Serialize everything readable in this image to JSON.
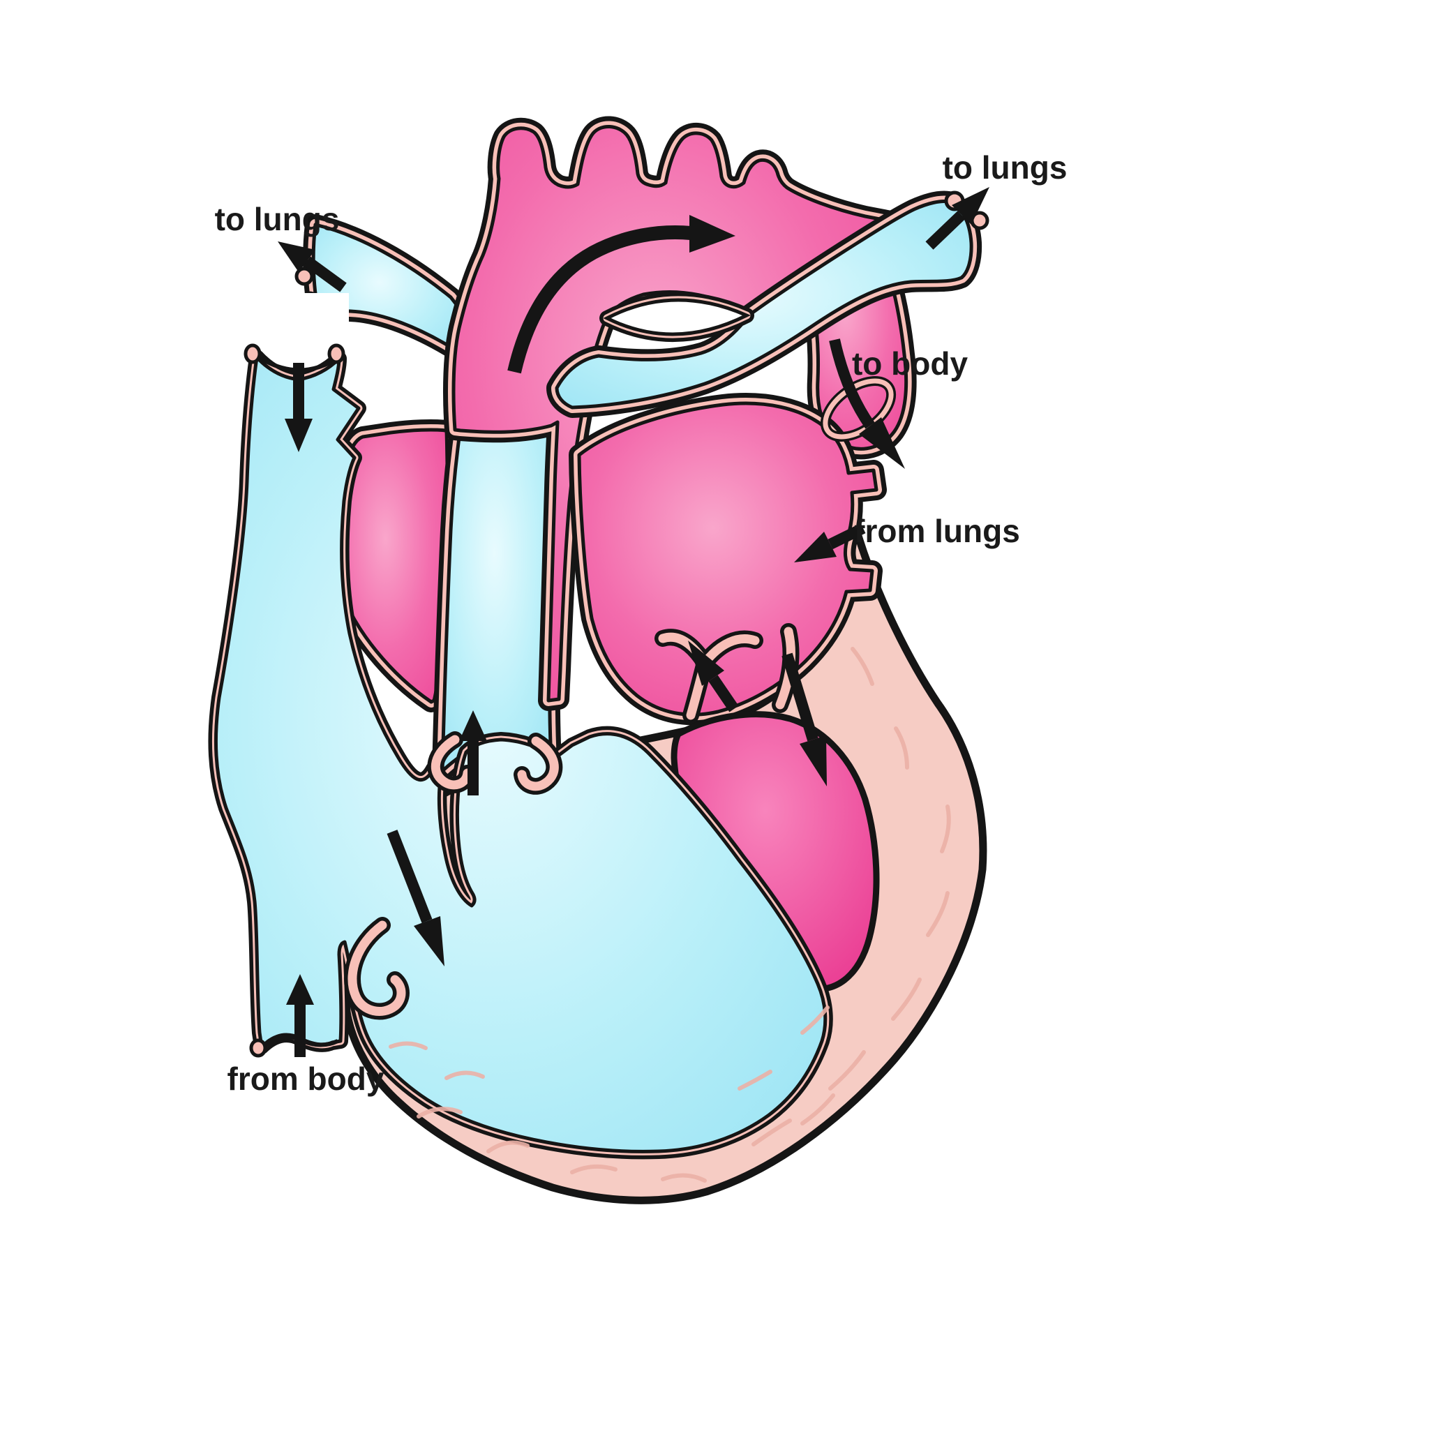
{
  "title": "Heart blood flow diagram",
  "labels": {
    "to_lungs_left": "to lungs",
    "to_lungs_right": "to lungs",
    "to_body": "to body",
    "from_lungs": "from lungs",
    "from_body": "from body"
  },
  "colors": {
    "oxygenated_blood": "#EE4D9B",
    "deoxygenated_blood": "#A5E8F5",
    "vessel_wall": "#F8C0B8",
    "heart_muscle": "#F6CCC4",
    "outline": "#151515",
    "background": "#FFFFFF"
  },
  "arrows": [
    {
      "name": "flow-to-lungs-left",
      "direction": "up-left"
    },
    {
      "name": "flow-to-lungs-right",
      "direction": "up-right"
    },
    {
      "name": "flow-aortic-arch",
      "direction": "curved-right"
    },
    {
      "name": "flow-to-body",
      "direction": "down-right"
    },
    {
      "name": "flow-from-lungs",
      "direction": "down-left"
    },
    {
      "name": "flow-svc-in",
      "direction": "down"
    },
    {
      "name": "flow-from-body",
      "direction": "up"
    },
    {
      "name": "flow-pulmonary-trunk",
      "direction": "up"
    },
    {
      "name": "flow-mitral-in",
      "direction": "down"
    },
    {
      "name": "flow-la-in",
      "direction": "up-left"
    },
    {
      "name": "flow-tricuspid",
      "direction": "down-right"
    }
  ],
  "structures": [
    "aorta",
    "pulmonary-artery",
    "pulmonary-trunk",
    "superior-vena-cava",
    "inferior-vena-cava",
    "right-atrium",
    "right-ventricle",
    "left-atrium",
    "left-ventricle",
    "heart-muscle"
  ]
}
